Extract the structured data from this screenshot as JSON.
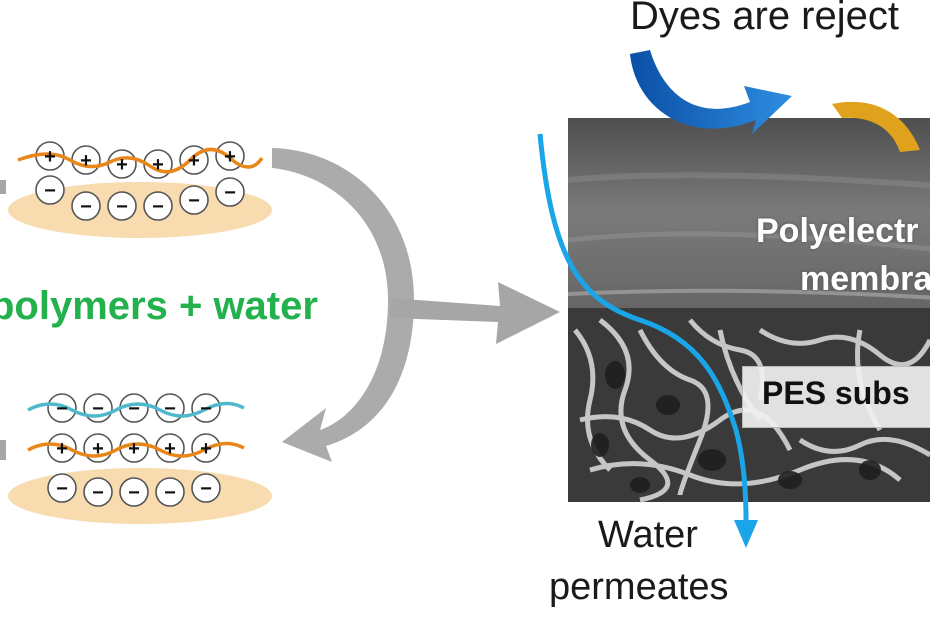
{
  "labels": {
    "dyes": "Dyes are reject",
    "polymers": "polymers + water",
    "membrane_line1": "Polyelectr",
    "membrane_line2": "membra",
    "substrate": "PES subs",
    "water": "Water",
    "permeates": "permeates"
  },
  "top_layer": {
    "charges": [
      "+",
      "+",
      "+",
      "+",
      "+",
      "+"
    ],
    "bottom_charges": [
      "−",
      "−",
      "−",
      "−",
      "−",
      "−"
    ]
  },
  "bottom_layer": {
    "row1": [
      "−",
      "−",
      "−",
      "−",
      "−"
    ],
    "row2": [
      "+",
      "+",
      "+",
      "+",
      "+"
    ],
    "row3": [
      "−",
      "−",
      "−",
      "−",
      "−"
    ]
  },
  "colors": {
    "polymer_label": "#22b14c",
    "positive_chain": "#e8861a",
    "negative_chain": "#4fb8cc",
    "substrate_pad": "#f8dcb0",
    "flow_arrow": "#a6a6a6",
    "water_arrow": "#1aa5e8",
    "dye_blue": "#1565b8",
    "dye_yellow": "#e0a21c"
  }
}
